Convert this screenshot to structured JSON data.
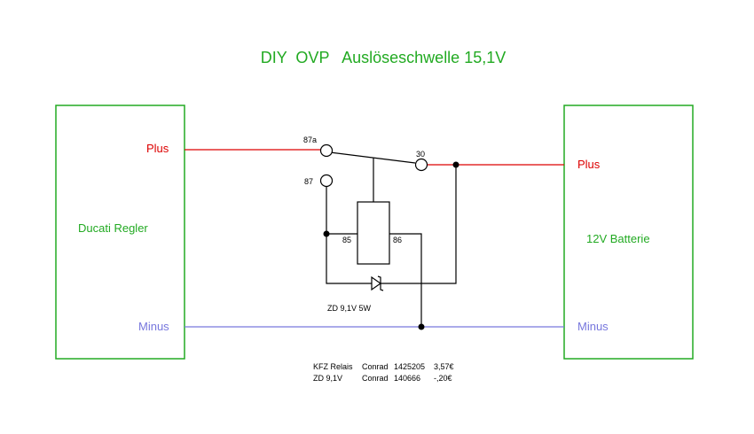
{
  "title": "DIY  OVP   Auslöseschwelle 15,1V",
  "left_box": {
    "label": "Ducati Regler",
    "plus": "Plus",
    "minus": "Minus"
  },
  "right_box": {
    "label": "12V Batterie",
    "plus": "Plus",
    "minus": "Minus"
  },
  "relay": {
    "pin_87a": "87a",
    "pin_87": "87",
    "pin_30": "30",
    "pin_85": "85",
    "pin_86": "86"
  },
  "zener_label": "ZD 9,1V 5W",
  "parts": [
    {
      "name": "KFZ Relais",
      "vendor": "Conrad",
      "number": "1425205",
      "price": "3,57€"
    },
    {
      "name": "ZD 9,1V",
      "vendor": "Conrad",
      "number": "140666",
      "price": "-,20€"
    }
  ],
  "colors": {
    "green": "#22aa22",
    "red": "#dd0000",
    "blue": "#7777dd",
    "black": "#000000"
  }
}
